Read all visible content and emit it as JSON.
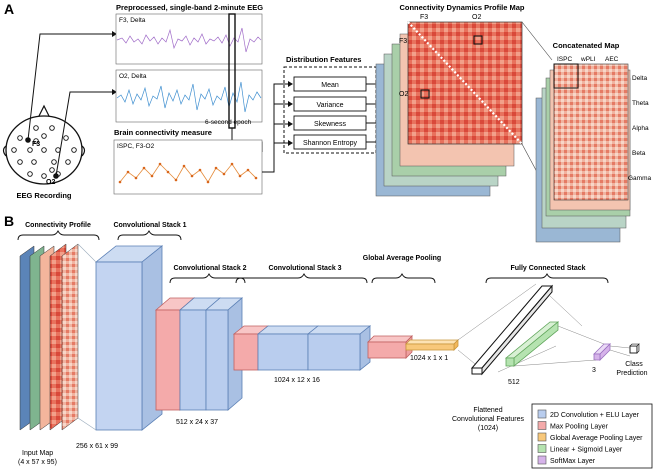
{
  "panel_a": {
    "letter": "A",
    "eeg_recording_label": "EEG Recording",
    "electrode_f3": "F3",
    "electrode_o2": "O2",
    "preprocessed_title": "Preprocessed, single-band 2-minute EEG",
    "trace1_label": "F3, Delta",
    "trace2_label": "O2, Delta",
    "epoch_label": "6-second epoch",
    "connectivity_title": "Brain connectivity measure",
    "connectivity_trace_label": "ISPC, F3-O2",
    "distribution_title": "Distribution Features",
    "features": [
      "Mean",
      "Variance",
      "Skewness",
      "Shannon Entropy"
    ],
    "profile_map_title": "Connectivity Dynamics Profile Map",
    "map_col_f3": "F3",
    "map_col_o2": "O2",
    "map_row_f3": "F3",
    "map_row_o2": "O2",
    "concat_title": "Concatenated Map",
    "concat_measures": [
      "ISPC",
      "wPLI",
      "AEC"
    ],
    "bands": [
      "Delta",
      "Theta",
      "Alpha",
      "Beta",
      "Gamma"
    ]
  },
  "panel_b": {
    "letter": "B",
    "section_labels": [
      "Connectivity Profile",
      "Convolutional Stack 1",
      "Convolutional Stack 2",
      "Convolutional Stack 3",
      "Global Average Pooling",
      "Fully Connected Stack"
    ],
    "input_map_label": "Input Map",
    "input_map_dims": "(4 x 57 x 95)",
    "dims": [
      "256 x 61 x 99",
      "512 x 24 x 37",
      "1024 x 12 x 16",
      "1024 x 1 x 1",
      "512",
      "3"
    ],
    "flattened_label": "Flattened",
    "flattened_label2": "Convolutional Features",
    "flattened_dims": "(1024)",
    "class_label": "Class",
    "prediction_label": "Prediction",
    "legend": [
      {
        "label": "2D Convolution + ELU Layer",
        "color": "#b9cdee"
      },
      {
        "label": "Max Pooling Layer",
        "color": "#f4aaaa"
      },
      {
        "label": "Global Average Pooling Layer",
        "color": "#f8c87a"
      },
      {
        "label": "Linear + Sigmoid Layer",
        "color": "#b5e3b0"
      },
      {
        "label": "SoftMax Layer",
        "color": "#d6b3ea"
      }
    ]
  }
}
